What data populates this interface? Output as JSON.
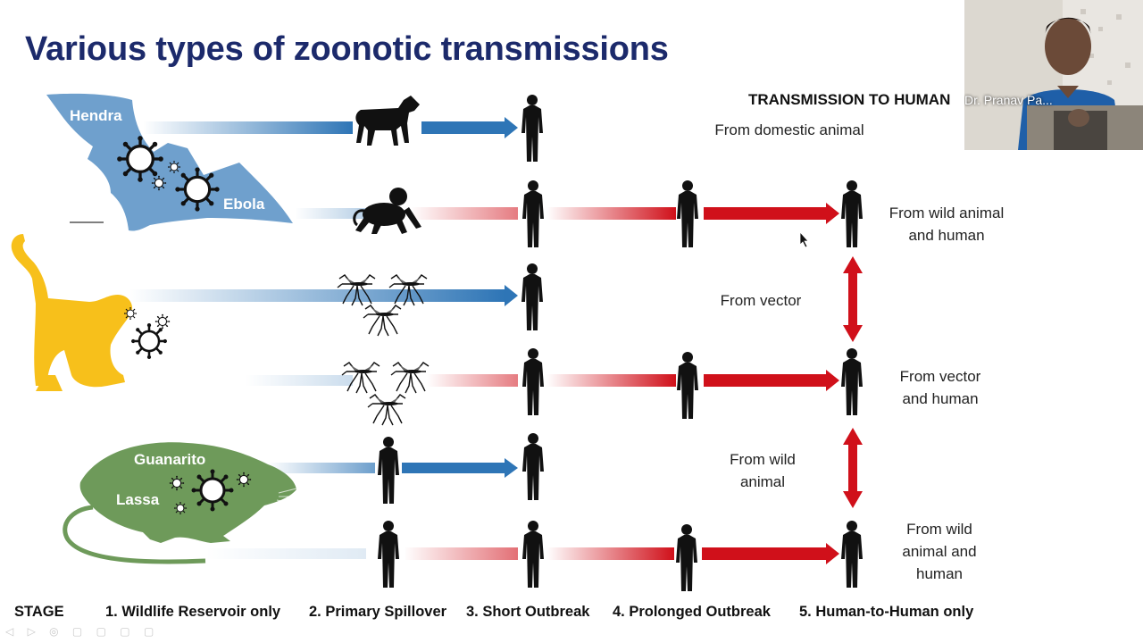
{
  "title": "Various types of zoonotic transmissions",
  "header": "TRANSMISSION TO HUMAN",
  "reservoirs": {
    "bat": [
      "Hendra",
      "Ebola"
    ],
    "rodent": [
      "Guanarito",
      "Lassa"
    ]
  },
  "descriptions": [
    "From domestic animal",
    "From wild animal and human",
    "From vector",
    "From vector and human",
    "From wild animal",
    "From wild animal and human"
  ],
  "stage": {
    "heading": "STAGE",
    "labels": [
      "1. Wildlife Reservoir only",
      "2. Primary Spillover",
      "3. Short Outbreak",
      "4. Prolonged Outbreak",
      "5. Human-to-Human only"
    ]
  },
  "video": {
    "name": "Dr. Pranav Pa..."
  },
  "colors": {
    "title": "#1c2a6b",
    "spillover_arrow": "#2e75b6",
    "outbreak_arrow": "#d0101a",
    "bat": "#6fa0cd",
    "monkey": "#f7c01b",
    "rodent": "#6e9a5a"
  },
  "icons": [
    "human-silhouette-icon",
    "horse-icon",
    "monkey-icon",
    "mosquito-icon",
    "virus-icon",
    "double-arrow-icon"
  ]
}
